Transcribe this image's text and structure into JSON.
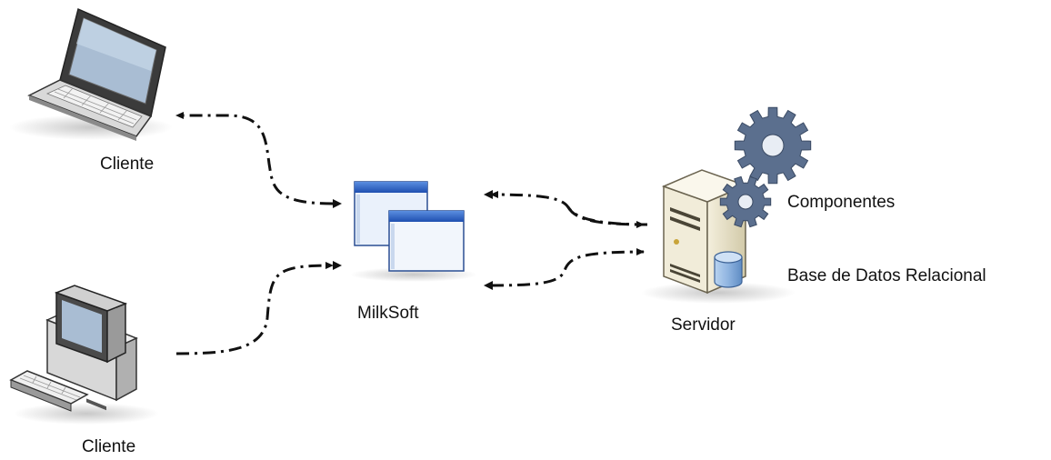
{
  "nodes": {
    "laptop_client": {
      "label": "Cliente",
      "icon": "laptop-icon"
    },
    "desktop_client": {
      "label": "Cliente",
      "icon": "desktop-computer-icon"
    },
    "app": {
      "label": "MilkSoft",
      "icon": "application-windows-icon"
    },
    "server": {
      "label": "Servidor",
      "icon": "server-tower-icon"
    },
    "components": {
      "label": "Componentes",
      "icon": "gear-icon"
    },
    "database": {
      "label": "Base de Datos Relacional",
      "icon": "database-icon"
    }
  },
  "colors": {
    "connector": "#111111",
    "window_title": "#2f63c8",
    "window_body": "#eaf1fb",
    "gear": "#5b6f8e",
    "server_body": "#e9e3cf",
    "database": "#8fb4e0"
  }
}
